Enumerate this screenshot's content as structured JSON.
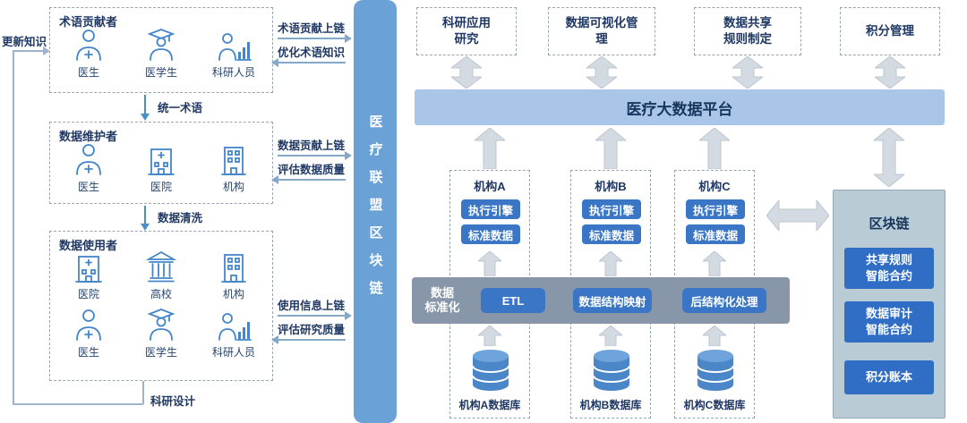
{
  "left": {
    "update_knowledge": "更新知识",
    "research_design": "科研设计",
    "flow1_label": "统一术语",
    "flow2_label": "数据清洗",
    "groups": [
      {
        "title": "术语贡献者",
        "members": [
          {
            "icon": "doctor-icon",
            "label": "医生"
          },
          {
            "icon": "medical-student-icon",
            "label": "医学生"
          },
          {
            "icon": "researcher-icon",
            "label": "科研人员"
          }
        ]
      },
      {
        "title": "数据维护者",
        "members": [
          {
            "icon": "doctor-icon",
            "label": "医生"
          },
          {
            "icon": "hospital-icon",
            "label": "医院"
          },
          {
            "icon": "building-icon",
            "label": "机构"
          }
        ]
      },
      {
        "title": "数据使用者",
        "members": [
          {
            "icon": "hospital-icon",
            "label": "医院"
          },
          {
            "icon": "university-icon",
            "label": "高校"
          },
          {
            "icon": "building-icon",
            "label": "机构"
          },
          {
            "icon": "doctor-icon",
            "label": "医生"
          },
          {
            "icon": "medical-student-icon",
            "label": "医学生"
          },
          {
            "icon": "researcher-icon",
            "label": "科研人员"
          }
        ]
      }
    ],
    "chain_io": [
      {
        "up": "术语贡献上链",
        "down": "优化术语知识"
      },
      {
        "up": "数据贡献上链",
        "down": "评估数据质量"
      },
      {
        "up": "使用信息上链",
        "down": "评估研究质量"
      }
    ]
  },
  "center": {
    "bar_label": "医疗联盟区块链"
  },
  "right": {
    "top_modules": [
      {
        "label": "科研应用\n研究"
      },
      {
        "label": "数据可视化管\n理"
      },
      {
        "label": "数据共享\n规则制定"
      },
      {
        "label": "积分管理"
      }
    ],
    "platform_label": "医疗大数据平台",
    "institutions": [
      {
        "name": "机构A",
        "engine": "执行引擎",
        "std": "标准数据",
        "db": "机构A数据库",
        "db_icon": "database-icon"
      },
      {
        "name": "机构B",
        "engine": "执行引擎",
        "std": "标准数据",
        "db": "机构B数据库",
        "db_icon": "database-icon"
      },
      {
        "name": "机构C",
        "engine": "执行引擎",
        "std": "标准数据",
        "db": "机构C数据库",
        "db_icon": "database-icon"
      }
    ],
    "standardization": {
      "label": "数据\n标准化",
      "tools": [
        "ETL",
        "数据结构映射",
        "后结构化处理"
      ]
    },
    "blockchain": {
      "title": "区块链",
      "items": [
        "共享规则\n智能合约",
        "数据审计\n智能合约",
        "积分账本"
      ]
    }
  },
  "colors": {
    "accent_blue": "#3a76c5",
    "platform_bar": "#a9c6e8",
    "alliance_bar": "#6aa2d8",
    "standardization_bar": "#8796a9",
    "panel_bg": "#b9cbd4",
    "arrow_fill": "#d4dae2",
    "text_navy": "#1f3864",
    "icon_blue": "#4486c8"
  }
}
